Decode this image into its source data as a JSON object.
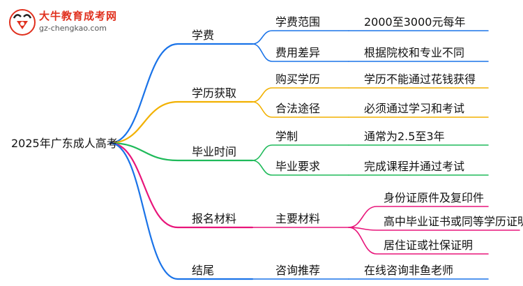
{
  "logo": {
    "title": "大牛教育成考网",
    "url": "gz-chengkao.com"
  },
  "root": "2025年广东成人高考",
  "branches": [
    {
      "label": "学费",
      "color": "#1a73e8",
      "children": [
        {
          "label": "学费范围",
          "leaves": [
            "2000至3000元每年"
          ]
        },
        {
          "label": "费用差异",
          "leaves": [
            "根据院校和专业不同"
          ]
        }
      ]
    },
    {
      "label": "学历获取",
      "color": "#f2b100",
      "children": [
        {
          "label": "购买学历",
          "leaves": [
            "学历不能通过花钱获得"
          ]
        },
        {
          "label": "合法途径",
          "leaves": [
            "必须通过学习和考试"
          ]
        }
      ]
    },
    {
      "label": "毕业时间",
      "color": "#1fba5a",
      "children": [
        {
          "label": "学制",
          "leaves": [
            "通常为2.5至3年"
          ]
        },
        {
          "label": "毕业要求",
          "leaves": [
            "完成课程并通过考试"
          ]
        }
      ]
    },
    {
      "label": "报名材料",
      "color": "#e8157a",
      "children": [
        {
          "label": "主要材料",
          "leaves": [
            "身份证原件及复印件",
            "高中毕业证书或同等学历证明",
            "居住证或社保证明"
          ]
        }
      ]
    },
    {
      "label": "结尾",
      "color": "#1a73e8",
      "children": [
        {
          "label": "咨询推荐",
          "leaves": [
            "在线咨询非鱼老师"
          ]
        }
      ]
    }
  ]
}
